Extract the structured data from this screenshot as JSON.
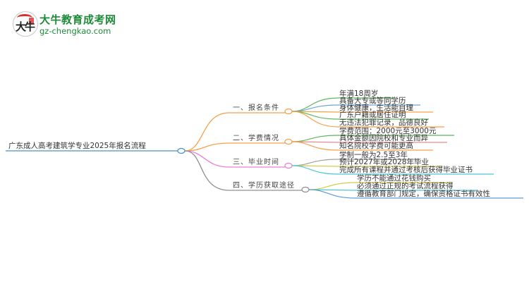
{
  "logo": {
    "badge_glyph": "大牛",
    "title": "大牛教育成考网",
    "url": "gz-chengkao.com",
    "brand_color": "#1f8a3a"
  },
  "mindmap": {
    "root": "广东成人高考建筑学专业2025年报名流程",
    "branches": [
      {
        "label": "一、报名条件",
        "color": "#f5a04a",
        "children": [
          {
            "text": "年满18周岁",
            "color": "#5cb85c"
          },
          {
            "text": "具备大专或等同学历",
            "color": "#6aa8d8"
          },
          {
            "text": "身体健康，生活能自理",
            "color": "#f5a04a"
          },
          {
            "text": "广东户籍或居住证明",
            "color": "#5cb85c"
          },
          {
            "text": "无违法犯罪记录，品德良好",
            "color": "#f5a04a"
          }
        ]
      },
      {
        "label": "二、学费情况",
        "color": "#f5a04a",
        "children": [
          {
            "text": "学费范围：2000元至3000元",
            "color": "#5cb85c"
          },
          {
            "text": "具体金额因院校和专业而异",
            "color": "#ef8a8a"
          },
          {
            "text": "知名院校学费可能更高",
            "color": "#f5a04a"
          }
        ]
      },
      {
        "label": "三、毕业时间",
        "color": "#e87fd6",
        "children": [
          {
            "text": "学制一般为2.5至3年",
            "color": "#a0a0a0"
          },
          {
            "text": "预计2027年或2028年毕业",
            "color": "#d4cc4a"
          },
          {
            "text": "完成所有课程并通过考核后获得毕业证书",
            "color": "#4cc8d8"
          }
        ]
      },
      {
        "label": "四、学历获取途径",
        "color": "#909090",
        "children": [
          {
            "text": "学历不能通过花钱购买",
            "color": "#d4cc4a"
          },
          {
            "text": "必须通过正规的考试流程获得",
            "color": "#4cc8d8"
          },
          {
            "text": "遵循教育部门规定，确保资格证书有效性",
            "color": "#5a9ad8"
          }
        ]
      }
    ]
  }
}
